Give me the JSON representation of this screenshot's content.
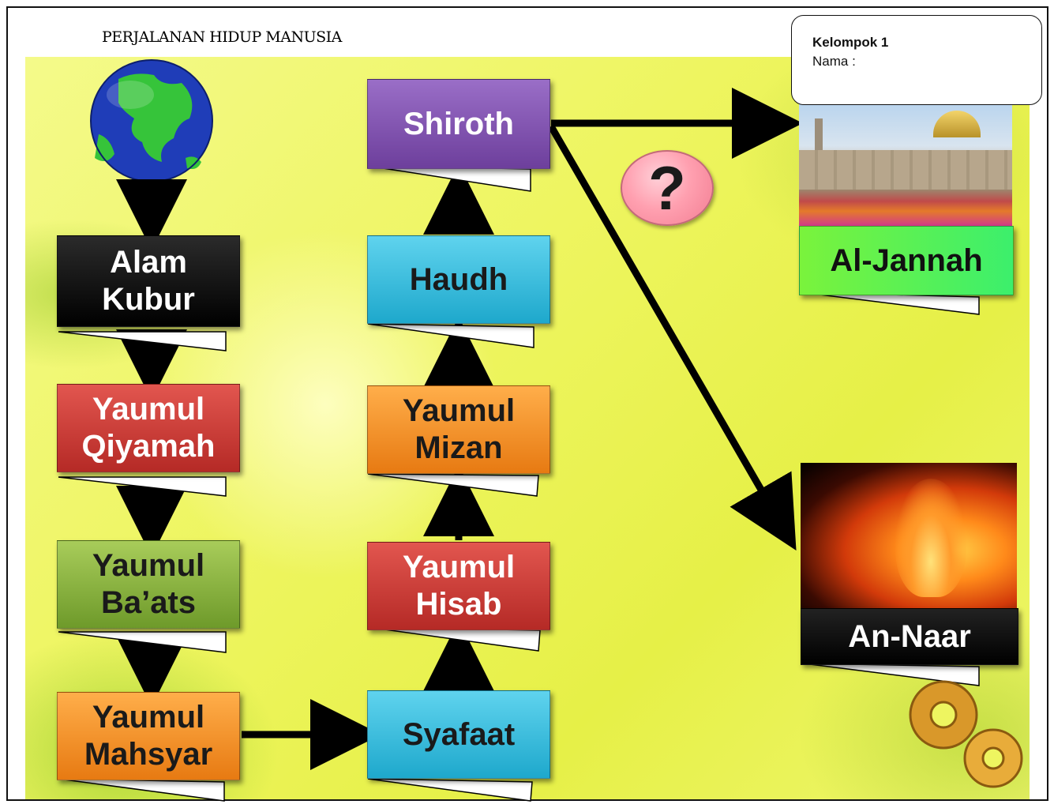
{
  "header": {
    "title": "PERJALANAN HIDUP MANUSIA"
  },
  "group": {
    "title": "Kelompok 1",
    "name_label": "Nama :"
  },
  "stages": {
    "alam_kubur": "Alam\nKubur",
    "yaumul_qiyamah": "Yaumul\nQiyamah",
    "yaumul_baats": "Yaumul\nBa’ats",
    "yaumul_mahsyar": "Yaumul\nMahsyar",
    "syafaat": "Syafaat",
    "yaumul_hisab": "Yaumul\nHisab",
    "yaumul_mizan": "Yaumul\nMizan",
    "haudh": "Haudh",
    "shiroth": "Shiroth"
  },
  "destinations": {
    "jannah": "Al-Jannah",
    "naar": "An-Naar"
  },
  "question_mark": "?",
  "colors": {
    "black": "#000000",
    "red": "#c0312c",
    "green": "#86b03c",
    "orange": "#f08a20",
    "blue": "#2bb8dc",
    "purple": "#7d4fae",
    "jannah": "#5cf04c",
    "background": "#eef560"
  }
}
